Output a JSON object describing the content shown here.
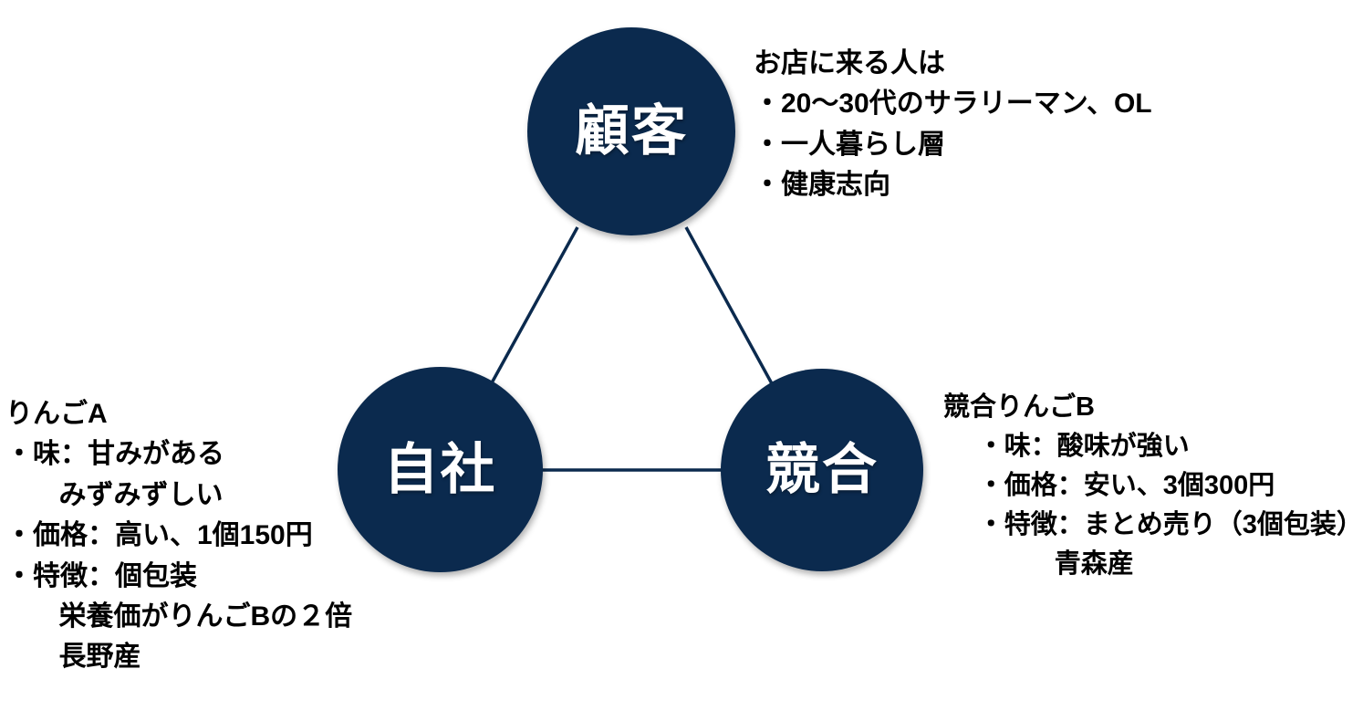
{
  "diagram": {
    "type": "3c-analysis",
    "accent_color": "#0b2a4e",
    "text_color": "#000000",
    "background_color": "#ffffff",
    "line_color": "#0b2a4e",
    "nodes": [
      {
        "id": "customer",
        "label": "顧客"
      },
      {
        "id": "company",
        "label": "自社"
      },
      {
        "id": "competitor",
        "label": "競合"
      }
    ],
    "notes": {
      "customer": {
        "heading": "お店に来る人は",
        "lines": [
          "・20〜30代のサラリーマン、OL",
          "・一人暮らし層",
          "・健康志向"
        ]
      },
      "company": {
        "heading": "りんごA",
        "lines": [
          "・味：甘みがある",
          "みずみずしい",
          "・価格：高い、1個150円",
          "・特徴：個包装",
          "栄養価がりんごBの２倍",
          "長野産"
        ]
      },
      "competitor": {
        "heading": "競合りんごB",
        "lines": [
          "・味：酸味が強い",
          "・価格：安い、3個300円",
          "・特徴：まとめ売り（3個包装）",
          "青森産"
        ]
      }
    }
  }
}
